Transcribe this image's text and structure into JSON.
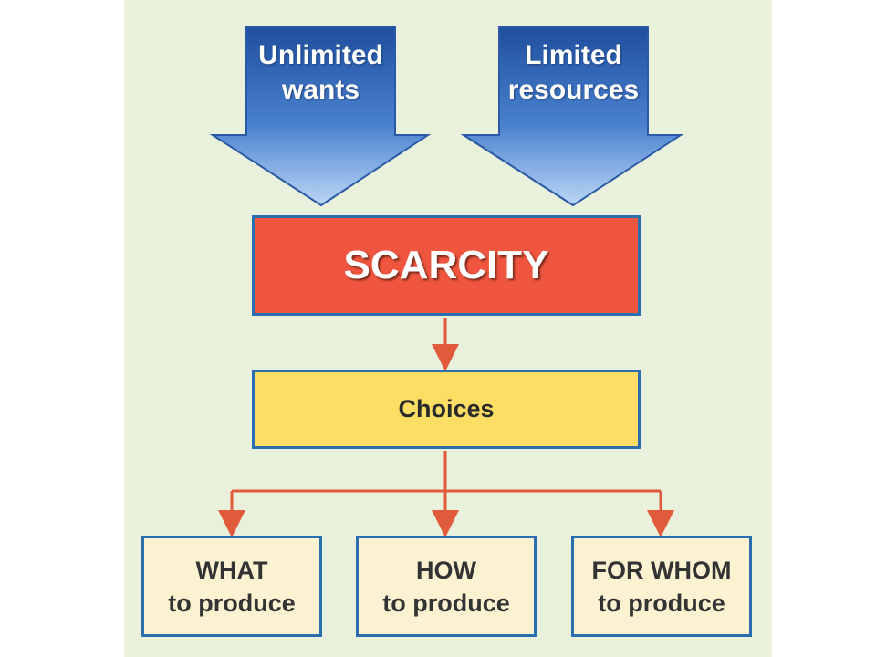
{
  "diagram": {
    "inputs": [
      {
        "line1": "Unlimited",
        "line2": "wants"
      },
      {
        "line1": "Limited",
        "line2": "resources"
      }
    ],
    "center_label": "SCARCITY",
    "middle_label": "Choices",
    "outcomes": [
      {
        "line1": "WHAT",
        "line2": "to produce"
      },
      {
        "line1": "HOW",
        "line2": "to produce"
      },
      {
        "line1": "FOR WHOM",
        "line2": "to produce"
      }
    ]
  },
  "colors": {
    "background": "#e9f1dc",
    "arrow_top": "#1f4f9e",
    "arrow_bottom": "#bcd6f5",
    "scarcity_fill": "#f0563f",
    "choices_fill": "#fbde63",
    "outcome_fill": "#fbf2d2",
    "border": "#2a6eb0",
    "connector": "#e05a3c"
  }
}
